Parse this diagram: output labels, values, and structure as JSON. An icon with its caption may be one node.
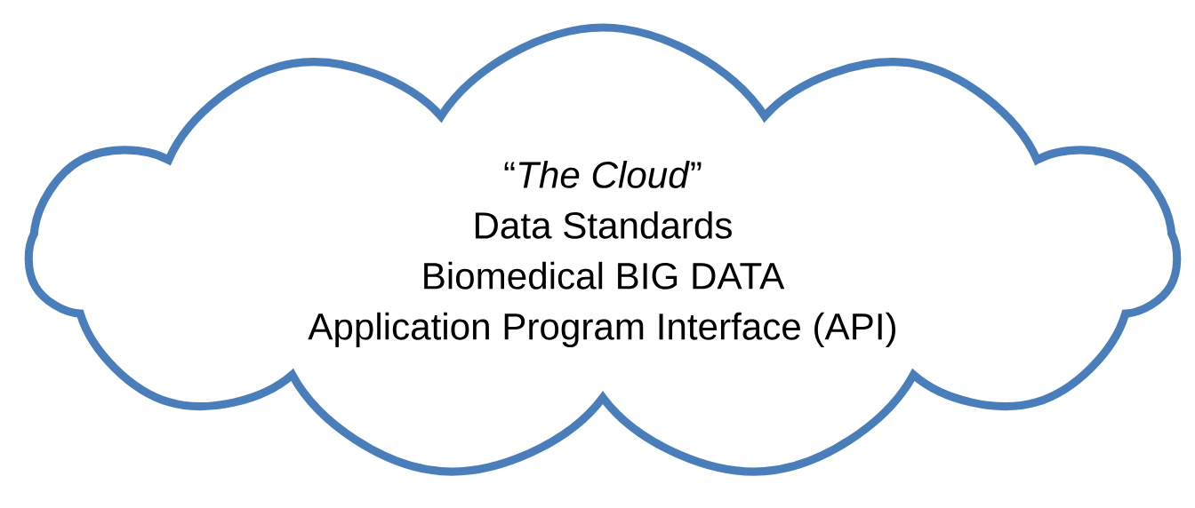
{
  "diagram": {
    "nodes": [
      {
        "text": [
          "“*The Cloud*”",
          "Data Standards",
          "Biomedical BIG DATA",
          "Application Program Interface (API)"
        ]
      }
    ]
  }
}
